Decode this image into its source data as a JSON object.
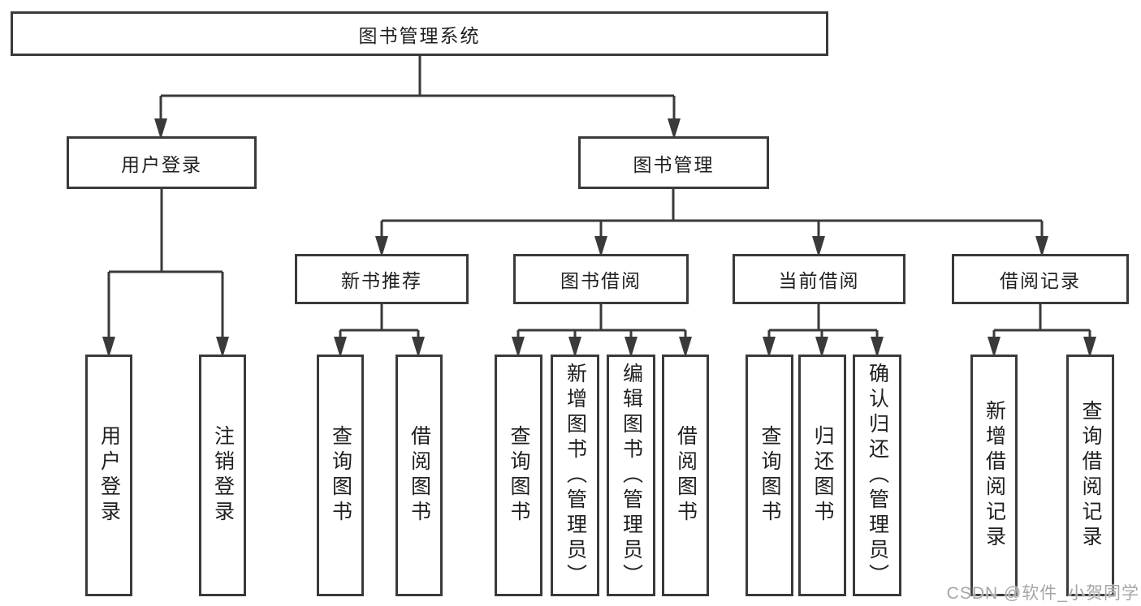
{
  "tree": {
    "label": "图书管理系统",
    "children": [
      {
        "label": "用户登录",
        "children": [
          {
            "label": "用户登录"
          },
          {
            "label": "注销登录"
          }
        ]
      },
      {
        "label": "图书管理",
        "children": [
          {
            "label": "新书推荐",
            "children": [
              {
                "label": "查询图书"
              },
              {
                "label": "借阅图书"
              }
            ]
          },
          {
            "label": "图书借阅",
            "children": [
              {
                "label": "查询图书"
              },
              {
                "label": "新增图书（管理员）"
              },
              {
                "label": "编辑图书（管理员）"
              },
              {
                "label": "借阅图书"
              }
            ]
          },
          {
            "label": "当前借阅",
            "children": [
              {
                "label": "查询图书"
              },
              {
                "label": "归还图书"
              },
              {
                "label": "确认归还（管理员）"
              }
            ]
          },
          {
            "label": "借阅记录",
            "children": [
              {
                "label": "新增借阅记录"
              },
              {
                "label": "查询借阅记录"
              }
            ]
          }
        ]
      }
    ]
  },
  "watermark": {
    "text": "CSDN @软件_小贺同学"
  },
  "colors": {
    "line": "#3a3a3a",
    "box_border": "#3a3a3a",
    "text": "#1f1f1f",
    "watermark": "#a5a5a5",
    "background": "#ffffff"
  }
}
